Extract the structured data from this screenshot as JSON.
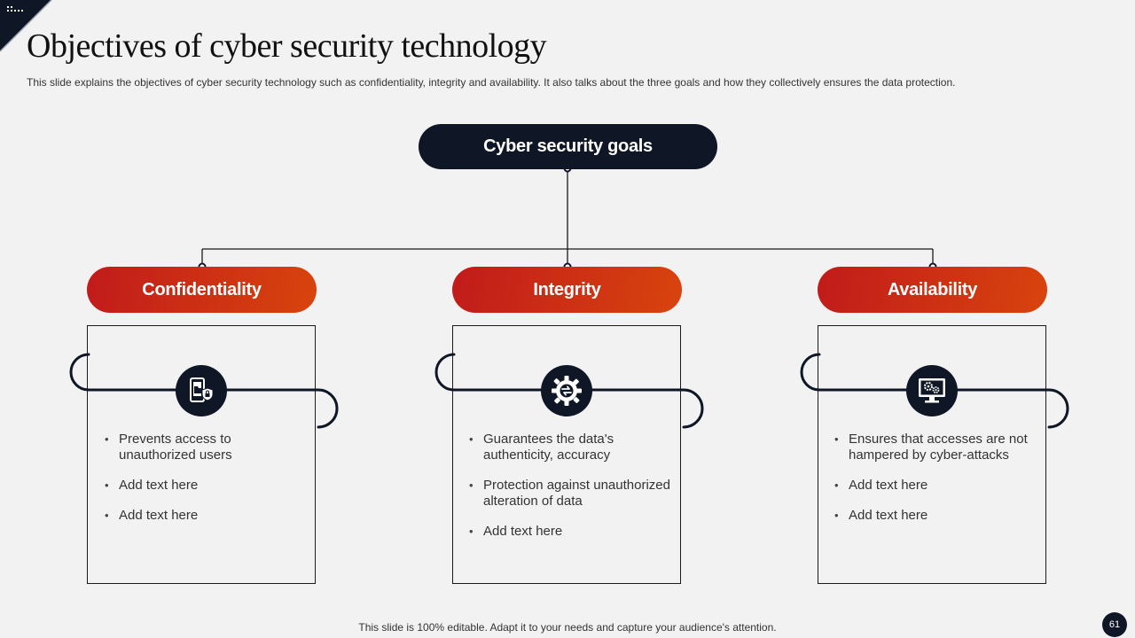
{
  "slide": {
    "title": "Objectives of cyber security technology",
    "subtitle": "This slide explains the objectives of cyber security technology such as confidentiality, integrity and availability. It also talks about the three goals and how they collectively ensures the data protection.",
    "root_label": "Cyber security goals",
    "footer": "This slide is 100% editable. Adapt it to your needs and capture your audience's attention.",
    "page_number": "61"
  },
  "colors": {
    "dark_navy": "#0f1726",
    "accent_red": "#c11b1b",
    "accent_orange": "#d8440d",
    "background": "#f2f2f2"
  },
  "goals": [
    {
      "label": "Confidentiality",
      "icon": "mobile-lock-icon",
      "bullets": [
        "Prevents access to unauthorized users",
        "Add text here",
        "Add text here"
      ]
    },
    {
      "label": "Integrity",
      "icon": "gear-exchange-icon",
      "bullets": [
        "Guarantees the data's authenticity, accuracy",
        "Protection against unauthorized alteration of data",
        "Add text here"
      ]
    },
    {
      "label": "Availability",
      "icon": "monitor-gears-icon",
      "bullets": [
        "Ensures that accesses are not hampered by cyber-attacks",
        "Add text here",
        "Add text here"
      ]
    }
  ]
}
